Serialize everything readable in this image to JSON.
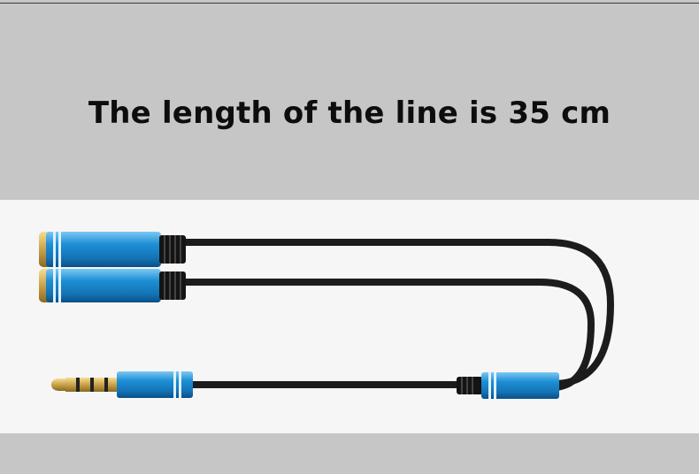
{
  "headline": "The length of the line is 35 cm",
  "colors": {
    "band": "#c6c6c6",
    "photo_background": "#f6f6f6",
    "connector_blue": "#1e8fd6",
    "cable": "#1c1c1c",
    "gold": "#c9a24a"
  },
  "image": {
    "subject": "y-splitter-audio-cable",
    "parts": [
      "female-jack-top",
      "female-jack-bottom",
      "male-plug",
      "junction-sleeve",
      "cable"
    ]
  }
}
